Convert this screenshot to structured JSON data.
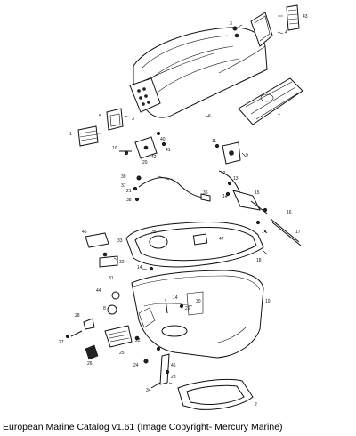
{
  "caption": "European Marine Catalog v1.61 (Image Copyright- Mercury Marine)",
  "callouts": {
    "c1": "1",
    "c2": "2",
    "c3a": "3",
    "c3b": "3",
    "c4": "4",
    "c5": "5",
    "c6": "6",
    "c7": "7",
    "c8": "8",
    "c9": "9",
    "c10": "10",
    "c11": "11",
    "c12": "12",
    "c13": "13",
    "c14a": "14",
    "c14b": "14",
    "c14c": "14",
    "c14d": "14",
    "c15": "15",
    "c16": "16",
    "c17": "17",
    "c18": "18",
    "c19": "19",
    "c20": "20",
    "c21": "21",
    "c22": "22",
    "c23": "23",
    "c24": "24",
    "c25": "25",
    "c26": "26",
    "c27": "27",
    "c28": "28",
    "c29": "29",
    "c30": "30",
    "c31": "31",
    "c32": "32",
    "c33": "33",
    "c34": "34",
    "c35": "35",
    "c36": "36",
    "c37": "37",
    "c38": "38",
    "c39": "39",
    "c40": "40",
    "c41": "41",
    "c42": "42",
    "c43": "43",
    "c44": "44",
    "c45": "45",
    "c46": "46",
    "c47": "47"
  }
}
